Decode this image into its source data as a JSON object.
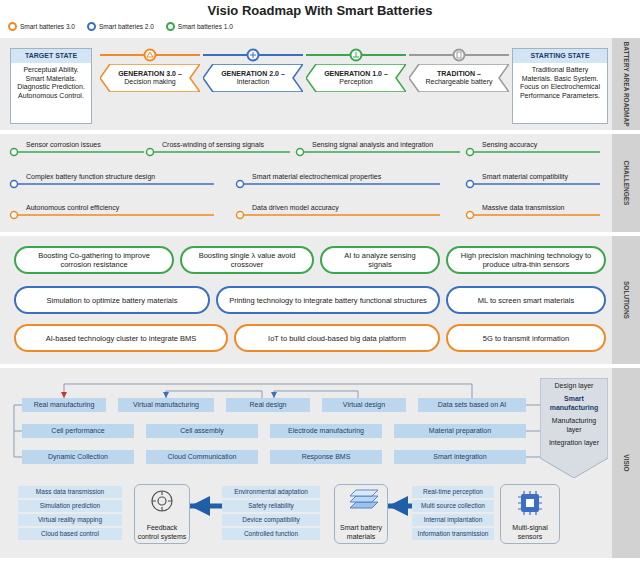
{
  "diagram": {
    "title": "Visio Roadmap With Smart Batteries",
    "nodes": [
      {
        "text": [
          "BATTERY AREA ROADMAP"
        ]
      },
      {
        "text": [
          "TARGET STATE",
          "Perceptual Ability. Smart Materials. Diagnostic Prediction. Autonomous Control."
        ],
        "in": 0
      },
      {
        "text": [
          "GENERATION 3.0 –",
          "Decision making"
        ],
        "in": 0
      },
      {
        "text": [
          "GENERATION 2.0 –",
          "Interaction"
        ],
        "in": 0
      },
      {
        "text": [
          "GENERATION 1.0 –",
          "Perception"
        ],
        "in": 0
      },
      {
        "text": [
          "TRADITION –",
          "Rechargeable battery"
        ],
        "in": 0
      },
      {
        "text": [
          "STARTING STATE",
          "Traditional Battery Materials. Basic System. Focus on Electrochemical Performance Parameters."
        ],
        "in": 0
      },
      {
        "text": [
          "CHALLENGES"
        ]
      },
      {
        "text": [
          "SOLUTIONS"
        ]
      },
      {
        "text": [
          "Boosting Co-gathering to improve corrosion resistance"
        ],
        "in": 8
      },
      {
        "text": [
          "Boosting single λ value avoid crossover"
        ],
        "in": 8
      },
      {
        "text": [
          "AI to analyze sensing signals"
        ],
        "in": 8
      },
      {
        "text": [
          "High precision machining technology to produce ultra-thin sensors"
        ],
        "in": 8
      },
      {
        "text": [
          "Simulation to optimize battery materials"
        ],
        "in": 8
      },
      {
        "text": [
          "Printing technology to integrate battery functional structures"
        ],
        "in": 8
      },
      {
        "text": [
          "ML to screen smart materials"
        ],
        "in": 8
      },
      {
        "text": [
          "AI-based technology cluster to integrate BMS"
        ],
        "in": 8
      },
      {
        "text": [
          "IoT to build cloud-based big data platform"
        ],
        "in": 8
      },
      {
        "text": [
          "5G to transmit information"
        ],
        "in": 8
      },
      {
        "text": [
          "VISIO"
        ]
      },
      {
        "text": [
          "Design layer",
          "Smart manufacturing",
          "Manufacturing layer",
          "Integration layer"
        ],
        "in": 19
      },
      {
        "text": [
          "Real manufacturing"
        ],
        "in": 19
      },
      {
        "text": [
          "Virtual manufacturing"
        ],
        "in": 19
      },
      {
        "text": [
          "Real design"
        ],
        "in": 19
      },
      {
        "text": [
          "Virtual design"
        ],
        "in": 19
      },
      {
        "text": [
          "Data sets based on AI"
        ],
        "in": 19
      },
      {
        "text": [
          "Cell performance"
        ],
        "in": 19
      },
      {
        "text": [
          "Cell assembly"
        ],
        "in": 19
      },
      {
        "text": [
          "Electrode manufacturing"
        ],
        "in": 19
      },
      {
        "text": [
          "Material preparation"
        ],
        "in": 19
      },
      {
        "text": [
          "Dynamic Collection"
        ],
        "in": 19
      },
      {
        "text": [
          "Cloud Communication"
        ],
        "in": 19
      },
      {
        "text": [
          "Response BMS"
        ],
        "in": 19
      },
      {
        "text": [
          "Smart integration"
        ],
        "in": 19
      },
      {
        "text": [
          "Mass data transmission"
        ],
        "in": 19
      },
      {
        "text": [
          "Simulation prediction"
        ],
        "in": 19
      },
      {
        "text": [
          "Virtual reality mapping"
        ],
        "in": 19
      },
      {
        "text": [
          "Cloud based control"
        ],
        "in": 19
      },
      {
        "text": [
          "Feedback control systems"
        ],
        "in": 19
      },
      {
        "text": [
          "Environmental adaptation"
        ],
        "in": 19
      },
      {
        "text": [
          "Safety reliability"
        ],
        "in": 19
      },
      {
        "text": [
          "Device compatibility"
        ],
        "in": 19
      },
      {
        "text": [
          "Controlled function"
        ],
        "in": 19
      },
      {
        "text": [
          "Smart battery materials"
        ],
        "in": 19
      },
      {
        "text": [
          "Real-time perception"
        ],
        "in": 19
      },
      {
        "text": [
          "Multi source collection"
        ],
        "in": 19
      },
      {
        "text": [
          "Internal implantation"
        ],
        "in": 19
      },
      {
        "text": [
          "Information transmission"
        ],
        "in": 19
      },
      {
        "text": [
          "Multi-signal sensors"
        ],
        "in": 19
      }
    ],
    "edges": [
      {
        "from": 25,
        "to": 21,
        "arrow": "to"
      },
      {
        "from": 24,
        "to": 23,
        "arrow": "to"
      },
      {
        "from": 23,
        "to": 22,
        "arrow": "to"
      },
      {
        "from": 45,
        "to": 43,
        "arrow": "to"
      },
      {
        "from": 40,
        "to": 38,
        "arrow": "to"
      }
    ],
    "labels": [
      "Sensor corrosion issues",
      "Cross-winding of sensing signals",
      "Sensing signal analysis and integration",
      "Sensing accuracy",
      "Complex battery function structure design",
      "Smart material electrochemical properties",
      "Smart material compatibility",
      "Autonomous control efficiency",
      "Data driven model accuracy",
      "Massive data transmission"
    ],
    "legend": [
      {
        "text": "Smart batteries 3.0",
        "color": "#f08a24"
      },
      {
        "text": "Smart batteries 2.0",
        "color": "#3a6fc4"
      },
      {
        "text": "Smart batteries 1.0",
        "color": "#3aa84a"
      }
    ]
  }
}
